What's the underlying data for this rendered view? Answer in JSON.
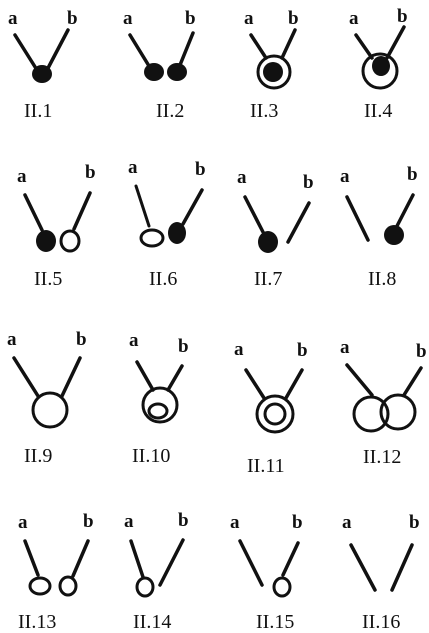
{
  "figures": [
    {
      "label": "II.1",
      "a": "a",
      "b": "b",
      "shape": "single-filled"
    },
    {
      "label": "II.2",
      "a": "a",
      "b": "b",
      "shape": "two-filled"
    },
    {
      "label": "II.3",
      "a": "a",
      "b": "b",
      "shape": "ring-filled-center"
    },
    {
      "label": "II.4",
      "a": "a",
      "b": "b",
      "shape": "ring-filled-offset"
    },
    {
      "label": "II.5",
      "a": "a",
      "b": "b",
      "shape": "filled-open-pair"
    },
    {
      "label": "II.6",
      "a": "a",
      "b": "b",
      "shape": "open-filled-pair"
    },
    {
      "label": "II.7",
      "a": "a",
      "b": "b",
      "shape": "left-filled-only"
    },
    {
      "label": "II.8",
      "a": "a",
      "b": "b",
      "shape": "right-filled-only"
    },
    {
      "label": "II.9",
      "a": "a",
      "b": "b",
      "shape": "single-open-large"
    },
    {
      "label": "II.10",
      "a": "a",
      "b": "b",
      "shape": "ring-open-offset"
    },
    {
      "label": "II.11",
      "a": "a",
      "b": "b",
      "shape": "ring-open-center"
    },
    {
      "label": "II.12",
      "a": "a",
      "b": "b",
      "shape": "two-open-overlap"
    },
    {
      "label": "II.13",
      "a": "a",
      "b": "b",
      "shape": "two-open-small"
    },
    {
      "label": "II.14",
      "a": "a",
      "b": "b",
      "shape": "single-open-small"
    },
    {
      "label": "II.15",
      "a": "a",
      "b": "b",
      "shape": "right-open-only"
    },
    {
      "label": "II.16",
      "a": "a",
      "b": "b",
      "shape": "lines-only"
    }
  ]
}
